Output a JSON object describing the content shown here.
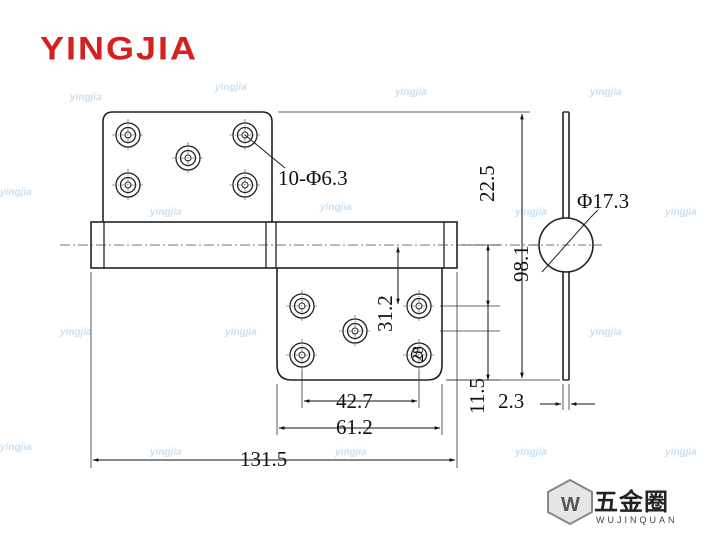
{
  "brand": {
    "name": "YINGJIA",
    "color": "#d6201f"
  },
  "drawing": {
    "hole_callout": "10-Φ6.3",
    "pin_diameter": "Φ17.3",
    "dimensions": {
      "total_width": "131.5",
      "leaf_width": "61.2",
      "hole_span": "42.7",
      "hole_pitch_v": "31.2",
      "leaf_height_offset": "22.5",
      "total_height": "98.1",
      "bottom_offset": "11.5",
      "thickness": "2.3",
      "hole_small": "28"
    }
  },
  "watermark": {
    "text": "yingjia"
  },
  "footer_logo": {
    "cn": "五金圈",
    "en": "WUJINQUAN"
  }
}
